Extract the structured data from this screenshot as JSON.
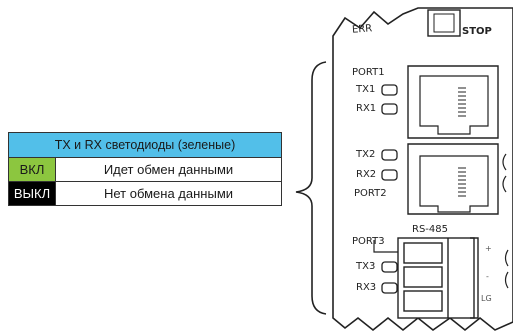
{
  "legend": {
    "title": "TX и RX светодиоды (зеленые)",
    "rows": [
      {
        "state": "ВКЛ",
        "description": "Идет обмен данными"
      },
      {
        "state": "ВЫКЛ",
        "description": "Нет обмена данными"
      }
    ]
  },
  "device": {
    "stop_label": "STOP",
    "top_partial_label": "ERR",
    "port1_label": "PORT1",
    "port2_label": "PORT2",
    "port3_label": "PORT3",
    "rs485_label": "RS-485",
    "tx1": "TX1",
    "rx1": "RX1",
    "tx2": "TX2",
    "rx2": "RX2",
    "tx3": "TX3",
    "rx3": "RX3",
    "plus": "+",
    "minus": "-",
    "lg": "LG"
  },
  "colors": {
    "header": "#52bfe9",
    "on": "#8cc63f",
    "off": "#000000"
  }
}
